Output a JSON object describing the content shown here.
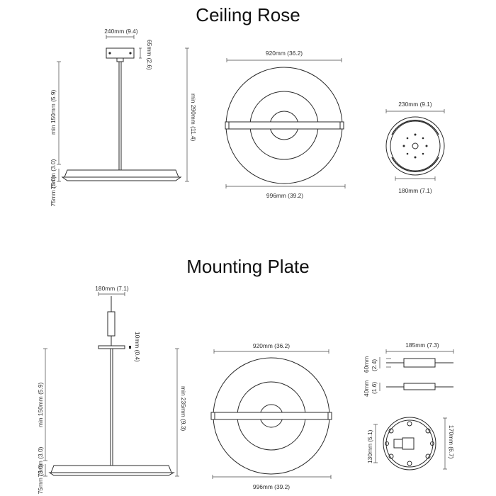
{
  "sections": {
    "ceiling_rose": {
      "title": "Ceiling Rose",
      "dims": {
        "rose_width": "240mm (9.4)",
        "rose_height": "65mm (2.6)",
        "min_drop": "min 150mm (5.9)",
        "min_overall": "min 290mm (11.4)",
        "disc_height": "75mm (3.0)",
        "inner_diameter": "920mm (36.2)",
        "outer_diameter": "996mm (39.2)",
        "rose_outer": "230mm (9.1)",
        "rose_inner": "180mm (7.1)"
      }
    },
    "mounting_plate": {
      "title": "Mounting Plate",
      "dims": {
        "plate_width": "180mm (7.1)",
        "plate_thickness": "10mm (0.4)",
        "min_drop": "min 150mm (5.9)",
        "min_overall": "min 235mm (9.3)",
        "disc_height": "75mm (3.0)",
        "inner_diameter": "920mm (36.2)",
        "outer_diameter": "996mm (39.2)",
        "driver_length": "185mm (7.3)",
        "driver_height_a": "60mm",
        "driver_height_a_in": "(2.4)",
        "driver_height_b": "40mm",
        "driver_height_b_in": "(1.6)",
        "plate_inner": "130mm (5.1)",
        "plate_outer": "170mm (6.7)"
      }
    }
  }
}
